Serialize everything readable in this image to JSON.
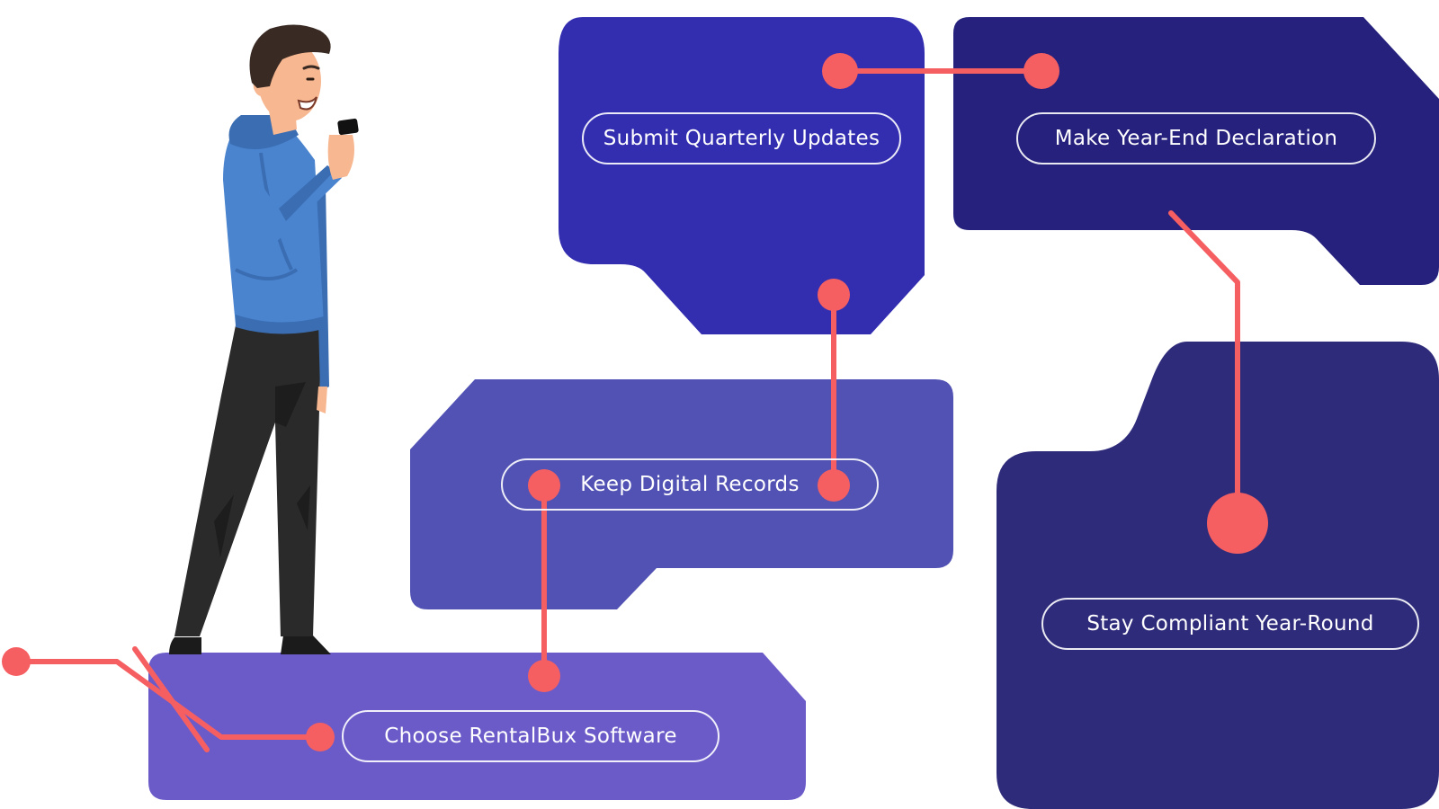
{
  "steps": [
    {
      "label": "Choose RentalBux Software",
      "color": "#6b5bc9"
    },
    {
      "label": "Keep Digital Records",
      "color": "#5152b3"
    },
    {
      "label": "Submit Quarterly Updates",
      "color": "#332db0"
    },
    {
      "label": "Make Year-End Declaration",
      "color": "#25217d"
    },
    {
      "label": "Stay Compliant Year-Round",
      "color": "#2f2b7b"
    }
  ],
  "colors": {
    "connector": "#f65f62",
    "hoodie": "#4a84cf",
    "hoodie_shadow": "#3a6db2",
    "pants": "#2a2a2a",
    "skin": "#f7b790",
    "hair": "#3a2a24"
  }
}
